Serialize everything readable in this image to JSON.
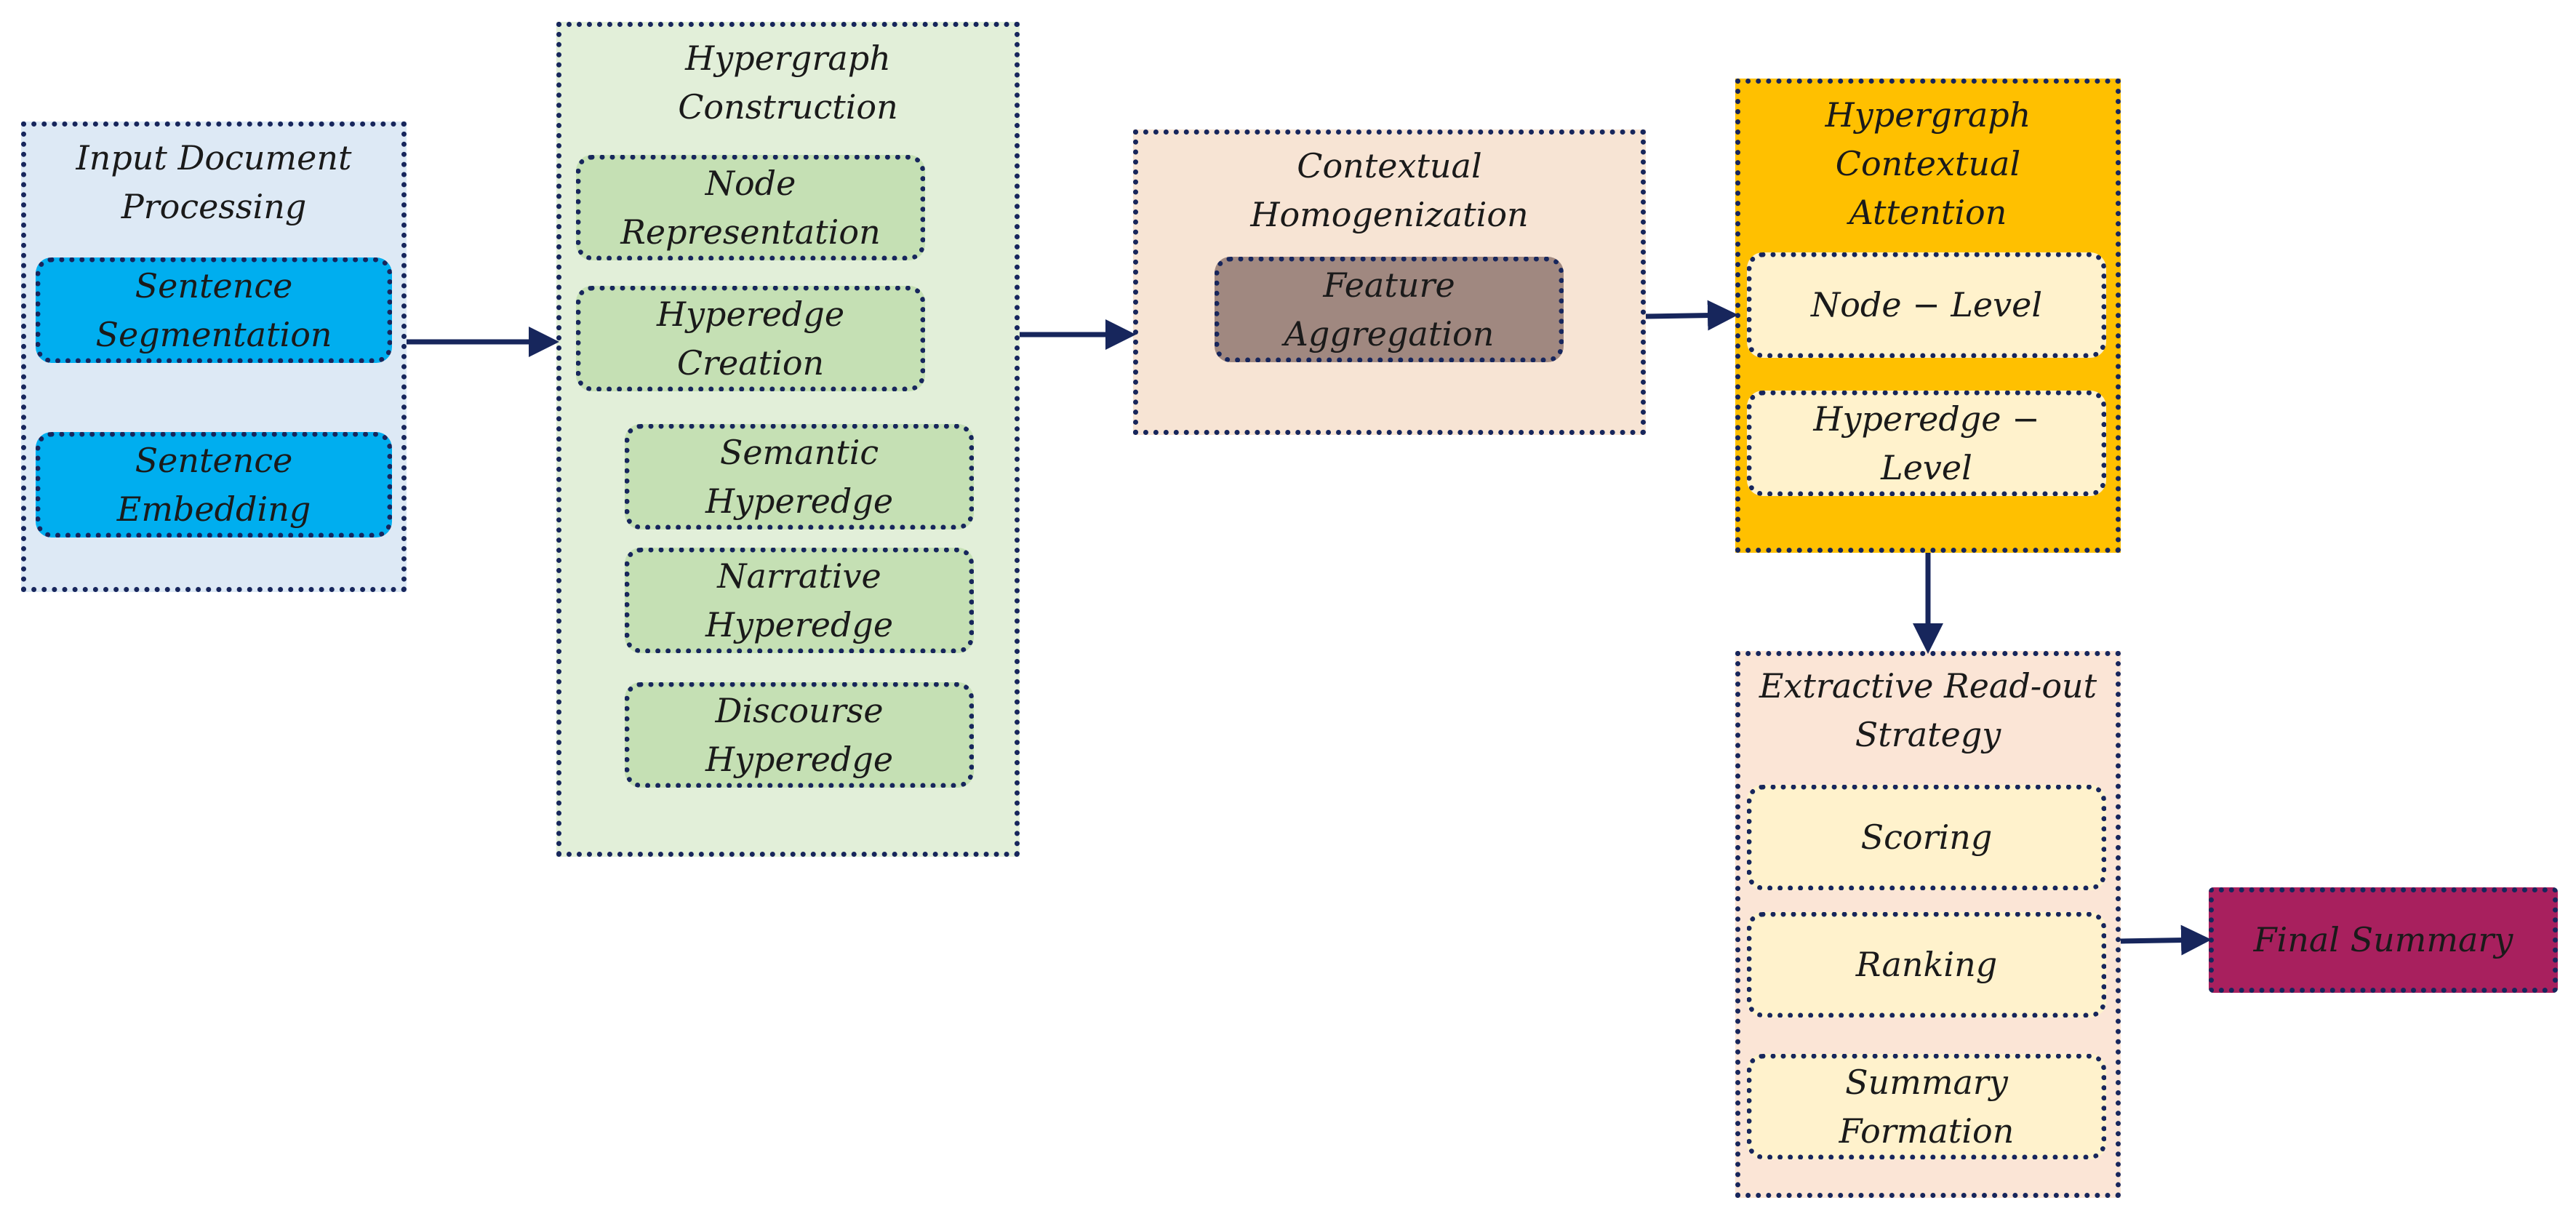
{
  "colors": {
    "outline": "#17265c",
    "arrow": "#17265c",
    "input_panel": "#dde9f5",
    "input_item": "#00aeef",
    "construction_panel": "#e2efd9",
    "construction_item": "#c5e0b4",
    "homogenization_panel": "#f7e4d4",
    "feature_item": "#a08880",
    "attention_panel": "#ffc000",
    "attention_item": "#fff2cc",
    "readout_panel": "#fbe5d6",
    "readout_item": "#fff2cc",
    "final_summary": "#a8205e"
  },
  "stages": {
    "input": {
      "title": "Input Document Processing",
      "items": [
        "Sentence Segmentation",
        "Sentence Embedding"
      ]
    },
    "construction": {
      "title": "Hypergraph Construction",
      "items": [
        "Node Representation",
        "Hyperedge Creation"
      ],
      "hyperedges": [
        "Semantic Hyperedge",
        "Narrative Hyperedge",
        "Discourse Hyperedge"
      ]
    },
    "homogenization": {
      "title": "Contextual Homogenization",
      "items": [
        "Feature Aggregation"
      ]
    },
    "attention": {
      "title": "Hypergraph Contextual Attention",
      "items": [
        "Node − Level",
        "Hyperedge − Level"
      ]
    },
    "readout": {
      "title": "Extractive Read-out Strategy",
      "items": [
        "Scoring",
        "Ranking",
        "Summary Formation"
      ]
    },
    "output": {
      "label": "Final Summary"
    }
  }
}
